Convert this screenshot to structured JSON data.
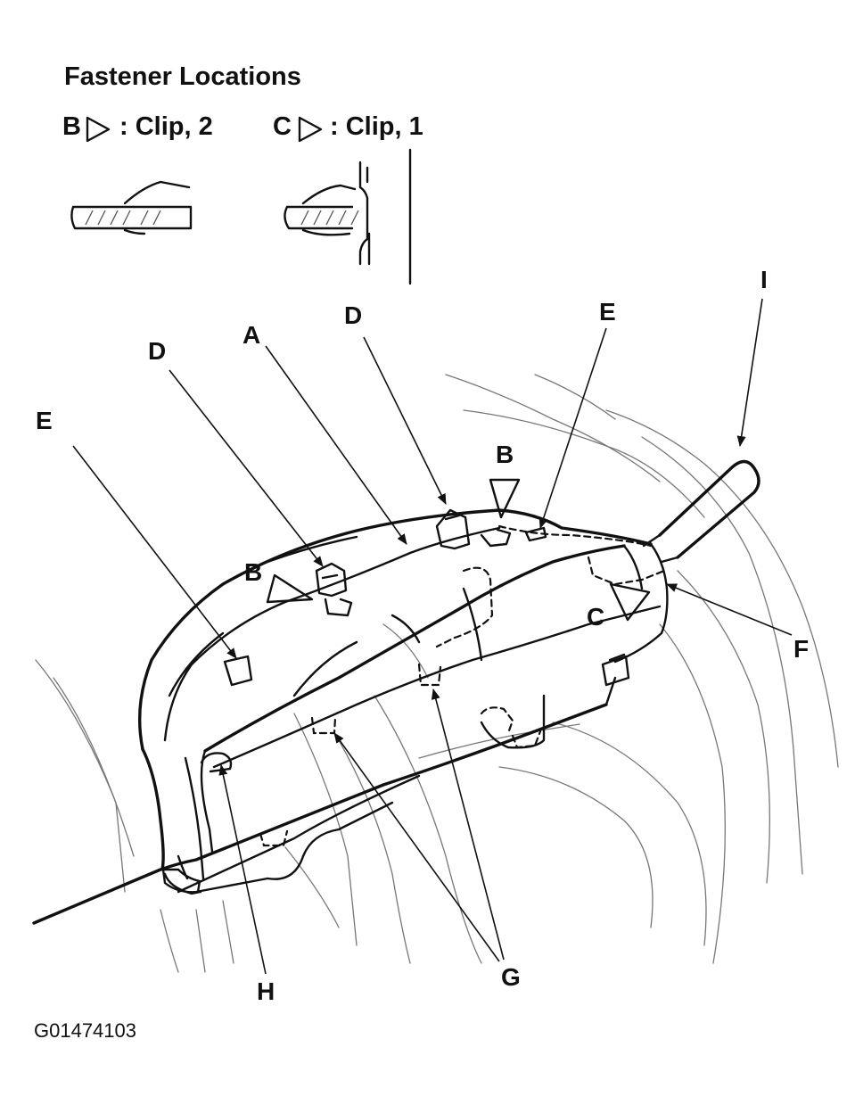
{
  "title": "Fastener Locations",
  "legend": {
    "b": {
      "letter": "B",
      "text": ": Clip, 2"
    },
    "c": {
      "letter": "C",
      "text": ": Clip, 1"
    }
  },
  "callouts": {
    "a": "A",
    "b1": "B",
    "b2": "B",
    "c": "C",
    "d1": "D",
    "d2": "D",
    "e1": "E",
    "e2": "E",
    "f": "F",
    "g": "G",
    "h": "H",
    "i": "I"
  },
  "figure_id": "G01474103"
}
